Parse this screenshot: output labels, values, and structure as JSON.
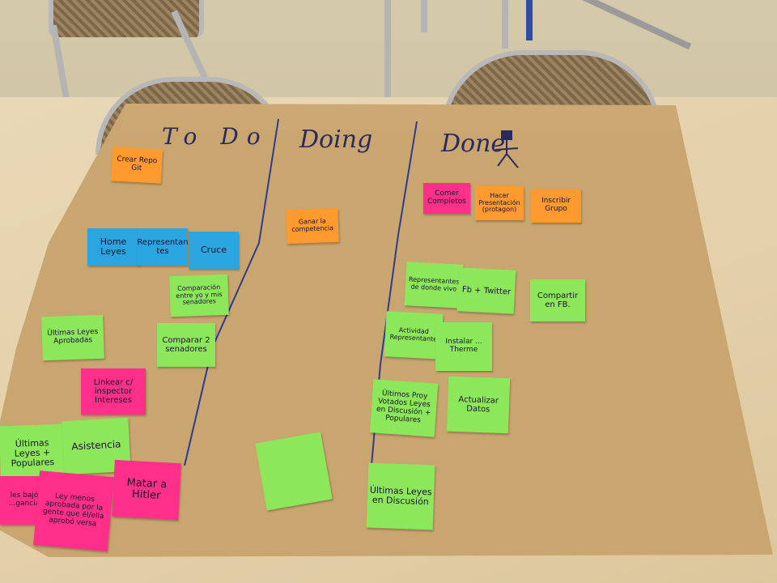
{
  "columns": {
    "todo": "To Do",
    "doing": "Doing",
    "done": "Done"
  },
  "notes": {
    "crear_repo": "Crear Repo Git",
    "home_leyes": "Home Leyes",
    "representantes": "Representan tes",
    "cruce": "Cruce",
    "comparacion_entre": "Comparación entre yo y mis senadores",
    "ultimas_leyes_aprobadas": "Últimas Leyes Aprobadas",
    "comparar_2": "Comparar 2 senadores",
    "linkear": "Linkear c/ inspector Intereses",
    "ultimas_leyes_populares": "Últimas Leyes + Populares",
    "asistencia": "Asistencia",
    "les_bajo": "les bajó ...gancia",
    "ley_menos": "Ley menos aprobada por la gente que él/ella aprobó versa",
    "matar_hitler": "Matar a Hitler",
    "ganar": "Ganar la competencia",
    "green_blank": "",
    "comer": "Comer Completos",
    "hacer_presentacion": "Hacer Presentación (protagon)",
    "inscribir": "Inscribir Grupo",
    "representantes_donde": "Representantes de donde vivo",
    "fb_twitter": "Fb + Twitter",
    "compartir": "Compartir en FB.",
    "actividad": "Actividad Representante",
    "instalar": "Instalar ... Therme",
    "ultimas_proy": "Últimos Proy Votados Leyes en Discusión + Populares",
    "actualizar": "Actualizar Datos",
    "ultimas_discusion": "Últimas Leyes en Discusión"
  },
  "colors": {
    "orange": "#ff9a2e",
    "blue": "#2aa5e0",
    "green": "#8ce85a",
    "pink": "#ff2f8a",
    "paper": "#c9a56f",
    "ink": "#2b2a5c"
  }
}
